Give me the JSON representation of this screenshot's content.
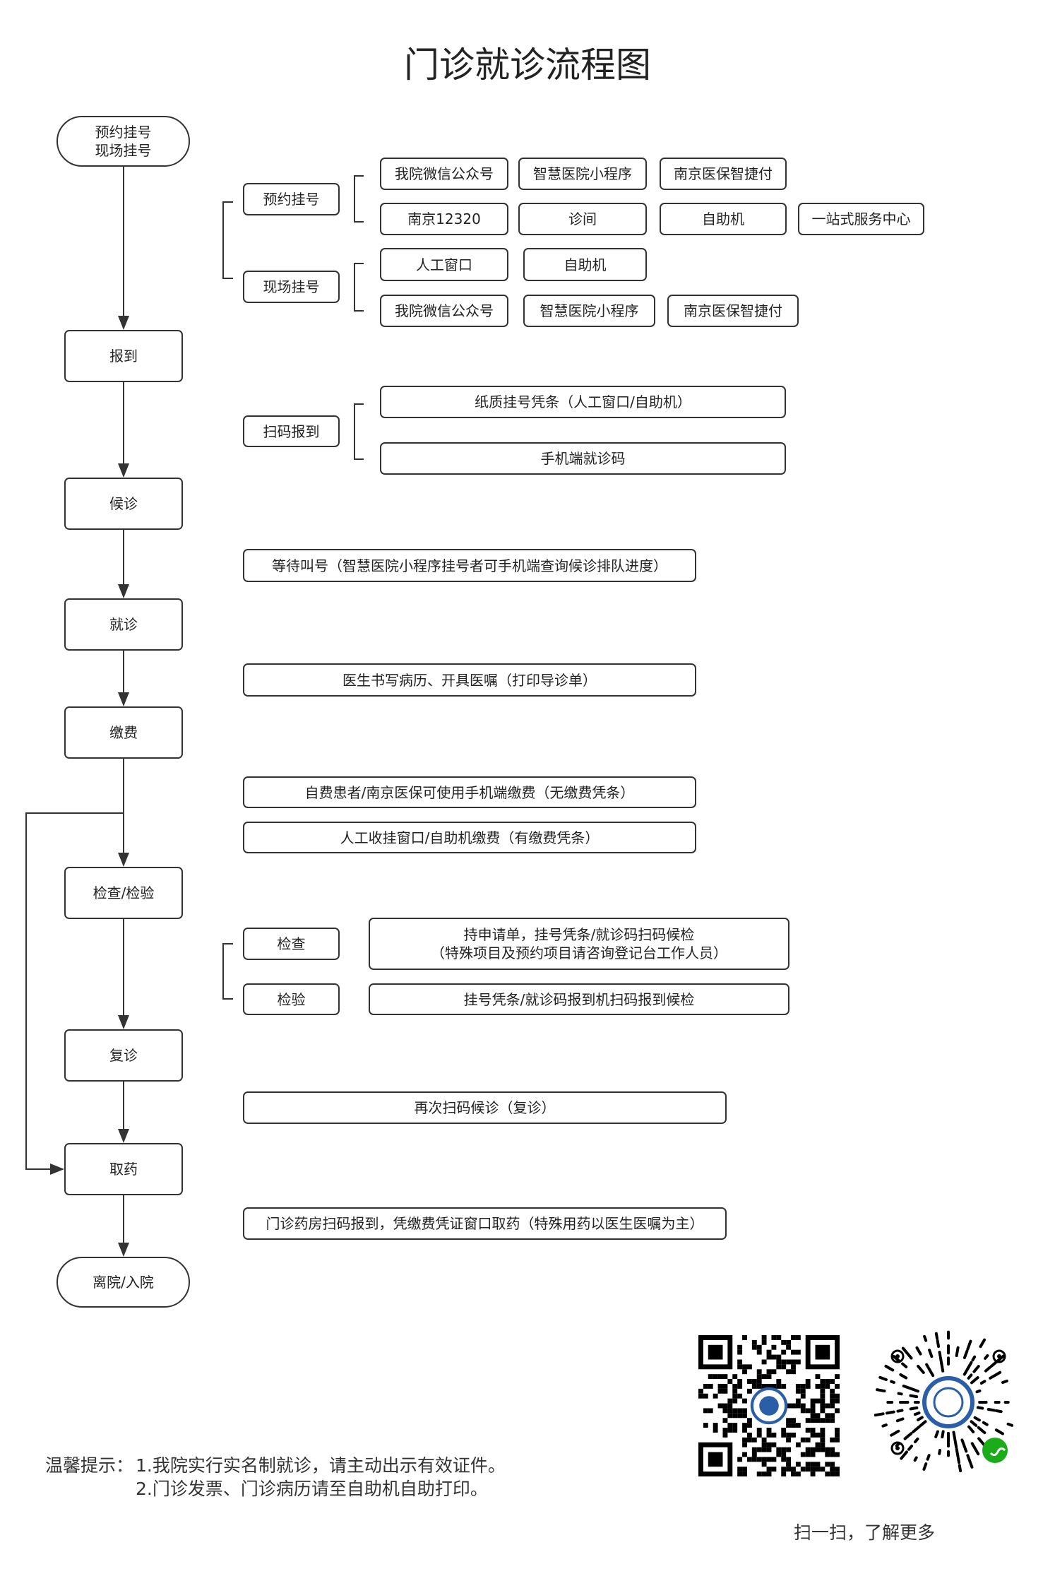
{
  "title": "门诊就诊流程图",
  "start": "预约挂号\n现场挂号",
  "steps": {
    "checkin": "报到",
    "wait": "候诊",
    "visit": "就诊",
    "pay": "缴费",
    "exam": "检查/检验",
    "revisit": "复诊",
    "medicine": "取药",
    "leave": "离院/入院"
  },
  "registration": {
    "appointment": {
      "label": "预约挂号",
      "options": [
        "我院微信公众号",
        "智慧医院小程序",
        "南京医保智捷付",
        "南京12320",
        "诊间",
        "自助机",
        "一站式服务中心"
      ]
    },
    "onsite": {
      "label": "现场挂号",
      "options": [
        "人工窗口",
        "自助机",
        "我院微信公众号",
        "智慧医院小程序",
        "南京医保智捷付"
      ]
    }
  },
  "checkin": {
    "label": "扫码报到",
    "options": [
      "纸质挂号凭条（人工窗口/自助机）",
      "手机端就诊码"
    ]
  },
  "wait_note": "等待叫号（智慧医院小程序挂号者可手机端查询候诊排队进度）",
  "visit_note": "医生书写病历、开具医嘱（打印导诊单）",
  "pay_notes": [
    "自费患者/南京医保可使用手机端缴费（无缴费凭条）",
    "人工收挂窗口/自助机缴费（有缴费凭条）"
  ],
  "exam": {
    "check_label": "检查",
    "check_note": "持申请单，挂号凭条/就诊码扫码候检\n（特殊项目及预约项目请咨询登记台工作人员）",
    "test_label": "检验",
    "test_note": "挂号凭条/就诊码报到机扫码报到候检"
  },
  "revisit_note": "再次扫码候诊（复诊）",
  "medicine_note": "门诊药房扫码报到，凭缴费凭证窗口取药（特殊用药以医生医嘱为主）",
  "tips": {
    "label": "温馨提示：",
    "line1": "1.我院实行实名制就诊，请主动出示有效证件。",
    "line2": "2.门诊发票、门诊病历请至自助机自助打印。"
  },
  "scan_caption": "扫一扫，了解更多",
  "colors": {
    "line": "#333333",
    "qr_logo": "#2a5fa8",
    "miniprogram": "#1aad19"
  }
}
